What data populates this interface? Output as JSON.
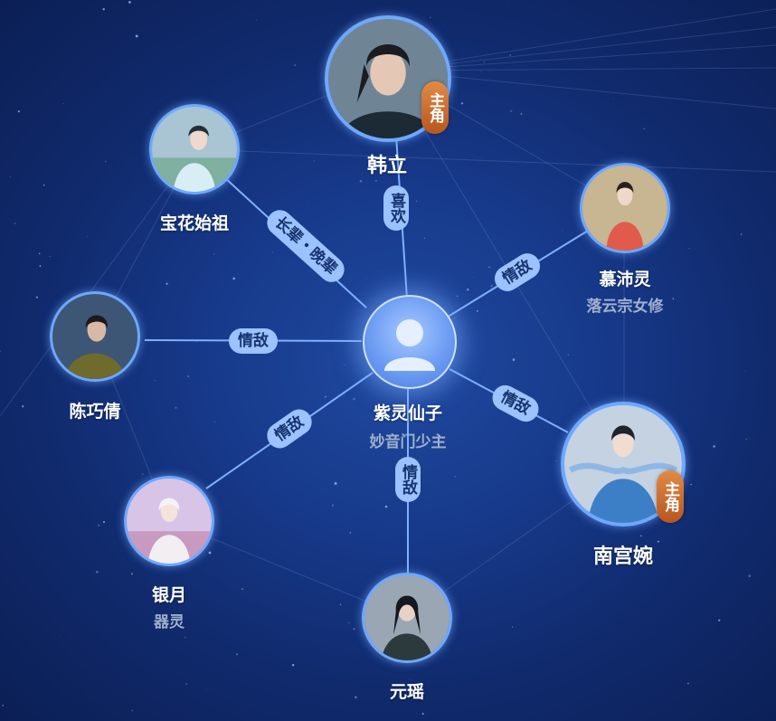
{
  "center": {
    "name": "紫灵仙子",
    "subtitle": "妙音门少主",
    "icon": "user-silhouette-icon"
  },
  "characters": {
    "hanli": {
      "name": "韩立",
      "badge": "主角"
    },
    "baohua": {
      "name": "宝花始祖"
    },
    "mupei": {
      "name": "慕沛灵",
      "subtitle": "落云宗女修"
    },
    "chenqiao": {
      "name": "陈巧倩"
    },
    "nangong": {
      "name": "南宫婉",
      "badge": "主角"
    },
    "yinyue": {
      "name": "银月",
      "subtitle": "器灵"
    },
    "yuanyao": {
      "name": "元瑶"
    }
  },
  "relations": {
    "hanli": "喜欢",
    "baohua": "长辈・晚辈",
    "mupei": "情敌",
    "chenqiao": "情敌",
    "nangong": "情敌",
    "yinyue": "情敌",
    "yuanyao": "情敌"
  },
  "colors": {
    "link": "#7fb0ff",
    "label_bg": "#9cc2ff",
    "badge": "#c8692c",
    "avatar_ring": "#6ea8ff"
  }
}
